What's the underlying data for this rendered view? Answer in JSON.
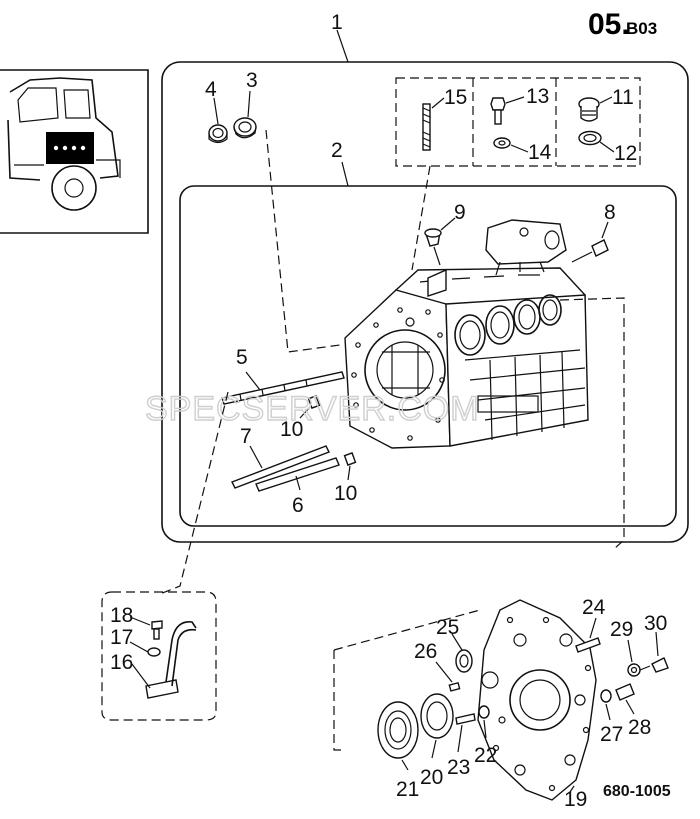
{
  "header": {
    "code_main": "05.",
    "code_sub": "B03"
  },
  "callouts": {
    "c1": "1",
    "c2": "2",
    "c3": "3",
    "c4": "4",
    "c5": "5",
    "c6": "6",
    "c7": "7",
    "c8": "8",
    "c9": "9",
    "c10a": "10",
    "c10b": "10",
    "c11": "11",
    "c12": "12",
    "c13": "13",
    "c14": "14",
    "c15": "15",
    "c16": "16",
    "c17": "17",
    "c18": "18",
    "c19": "19",
    "c20": "20",
    "c21": "21",
    "c22": "22",
    "c23": "23",
    "c24": "24",
    "c25": "25",
    "c26": "26",
    "c27": "27",
    "c28": "28",
    "c29": "29",
    "c30": "30"
  },
  "watermark": "SPECSERVER.COM",
  "figure_ref": "680-1005"
}
